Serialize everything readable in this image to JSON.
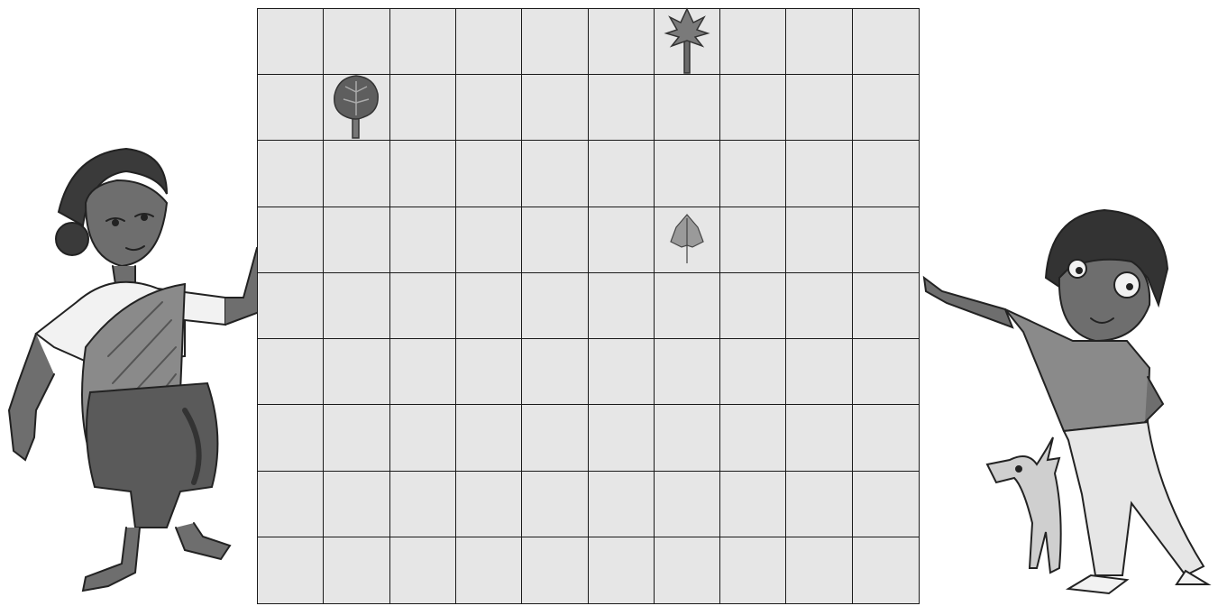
{
  "grid": {
    "columns": 10,
    "rows": 9,
    "cell_fill": "#e6e6e6",
    "line_color": "#1a1a1a"
  },
  "trees": [
    {
      "name": "palm-tree-icon",
      "col": 6,
      "row": 0
    },
    {
      "name": "round-tree-icon",
      "col": 1,
      "row": 1
    },
    {
      "name": "leaf-tree-icon",
      "col": 6,
      "row": 3
    }
  ],
  "figures": [
    {
      "name": "girl-illustration",
      "side": "left"
    },
    {
      "name": "boy-illustration",
      "side": "right"
    },
    {
      "name": "goat-illustration",
      "side": "right"
    }
  ]
}
